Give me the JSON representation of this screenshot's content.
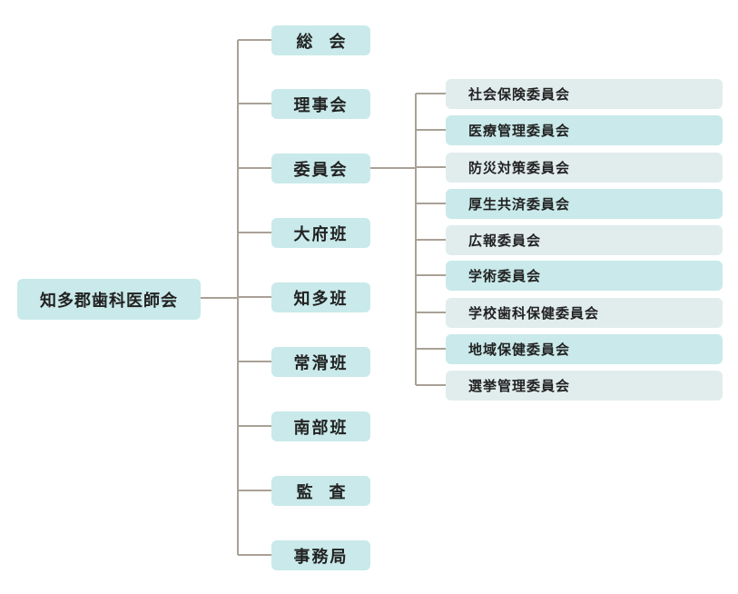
{
  "org_chart": {
    "root": "知多郡歯科医師会",
    "branches": [
      {
        "label": "総",
        "label2": "会"
      },
      {
        "label": "理事会"
      },
      {
        "label": "委員会"
      },
      {
        "label": "大府班"
      },
      {
        "label": "知多班"
      },
      {
        "label": "常滑班"
      },
      {
        "label": "南部班"
      },
      {
        "label": "監",
        "label2": "査"
      },
      {
        "label": "事務局"
      }
    ],
    "committees": [
      "社会保険委員会",
      "医療管理委員会",
      "防災対策委員会",
      "厚生共済委員会",
      "広報委員会",
      "学術委員会",
      "学校歯科保健委員会",
      "地域保健委員会",
      "選挙管理委員会"
    ]
  },
  "colors": {
    "line": "#a9a196",
    "box": "#c9e9ea",
    "box_alt": "#e1eced",
    "text": "#222222"
  }
}
